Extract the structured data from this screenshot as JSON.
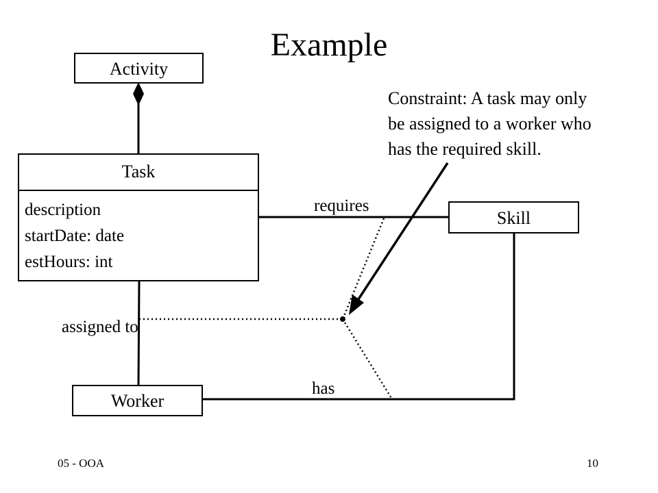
{
  "slide": {
    "title": "Example",
    "footer_left": "05 - OOA",
    "page_number": "10"
  },
  "classes": {
    "activity": {
      "name": "Activity"
    },
    "task": {
      "name": "Task",
      "attributes": [
        "description",
        "startDate: date",
        "estHours: int"
      ]
    },
    "skill": {
      "name": "Skill"
    },
    "worker": {
      "name": "Worker"
    }
  },
  "associations": {
    "requires": "requires",
    "assigned_to": "assigned to",
    "has": "has"
  },
  "constraint_note": {
    "lines": [
      "Constraint: A task may only",
      "be assigned to a worker who",
      "has the required skill."
    ]
  },
  "colors": {
    "line": "#000000",
    "background": "#ffffff"
  }
}
